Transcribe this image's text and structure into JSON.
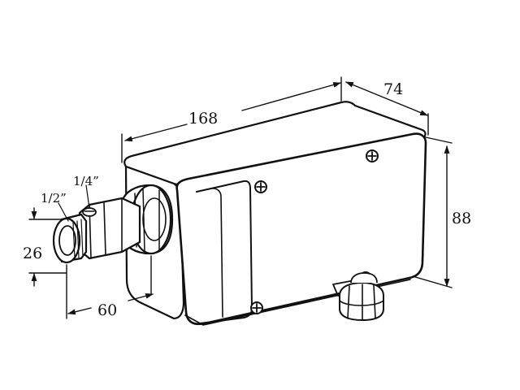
{
  "dimensions": {
    "length": "168",
    "depth": "74",
    "height": "88",
    "pipe_height": "26",
    "offset": "60"
  },
  "thread_labels": {
    "outer_thread": "1/2”",
    "inner_thread": "1/4”"
  },
  "icons": {
    "screw": "screw-icon",
    "cable_gland": "cable-gland-icon"
  }
}
